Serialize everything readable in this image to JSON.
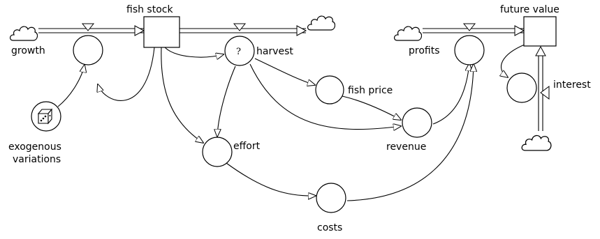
{
  "stocks": {
    "fish_stock": "fish stock",
    "future_value": "future value"
  },
  "flows": {
    "growth": "growth",
    "harvest": "harvest",
    "harvest_marker": "?",
    "profits": "profits",
    "interest": "interest"
  },
  "variables": {
    "exogenous": [
      "exogenous",
      "variations"
    ],
    "fish_price": "fish price",
    "effort": "effort",
    "revenue": "revenue",
    "costs": "costs"
  },
  "icons": {
    "cloud": "cloud-icon",
    "dice": "dice-icon"
  }
}
